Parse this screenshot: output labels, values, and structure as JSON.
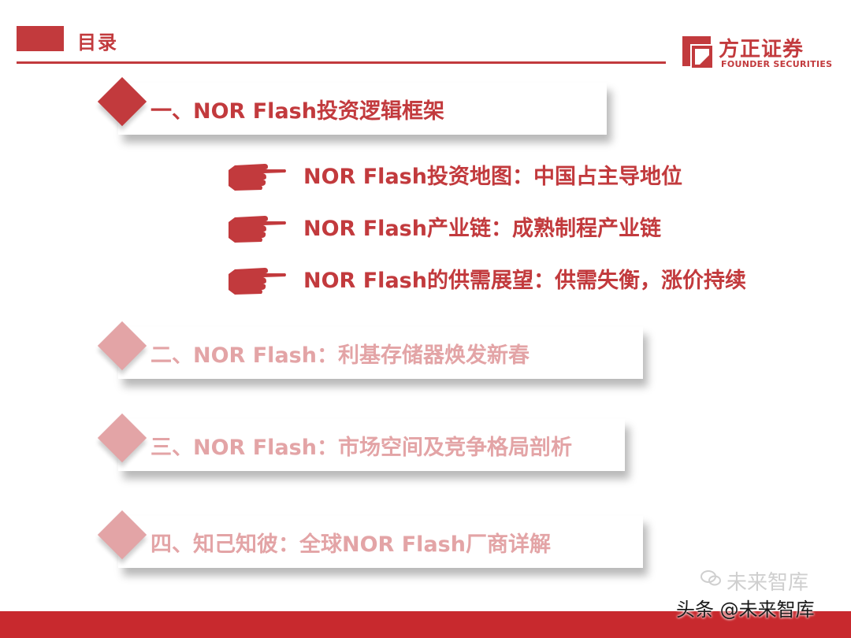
{
  "header": {
    "title": "目录",
    "brand_color": "#c23a3d"
  },
  "logo": {
    "cn": "方正证券",
    "en": "FOUNDER SECURITIES"
  },
  "sections": [
    {
      "label": "一、NOR Flash投资逻辑框架",
      "active": true
    },
    {
      "label": "二、NOR Flash：利基存储器焕发新春",
      "active": false
    },
    {
      "label": "三、NOR Flash：市场空间及竞争格局剖析",
      "active": false
    },
    {
      "label": "四、知己知彼：全球NOR Flash厂商详解",
      "active": false
    }
  ],
  "subitems": [
    {
      "label": "NOR Flash投资地图：中国占主导地位",
      "icon": "pointing-hand-icon"
    },
    {
      "label": "NOR Flash产业链：成熟制程产业链",
      "icon": "pointing-hand-icon"
    },
    {
      "label": "NOR Flash的供需展望：供需失衡，涨价持续",
      "icon": "pointing-hand-icon"
    }
  ],
  "watermark": {
    "text": "未来智库",
    "credit": "头条 @未来智库"
  },
  "colors": {
    "accent": "#c23a3d",
    "faded": "#e3a4a6",
    "footer": "#c8292e"
  }
}
